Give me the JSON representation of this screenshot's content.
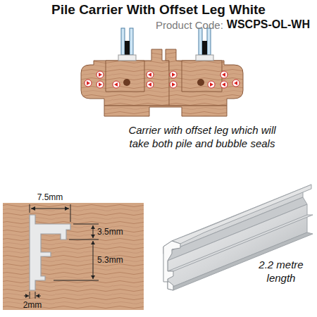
{
  "diagram": {
    "title": "Pile Carrier With Offset Leg White",
    "caption": "Carrier with offset leg which will take both pile and bubble seals",
    "labels": [
      "Product Code:",
      "WSCPS-OL-WH",
      "7.5mm",
      "3.5mm",
      "5.3mm",
      "2mm",
      "2.2 metre length"
    ]
  }
}
